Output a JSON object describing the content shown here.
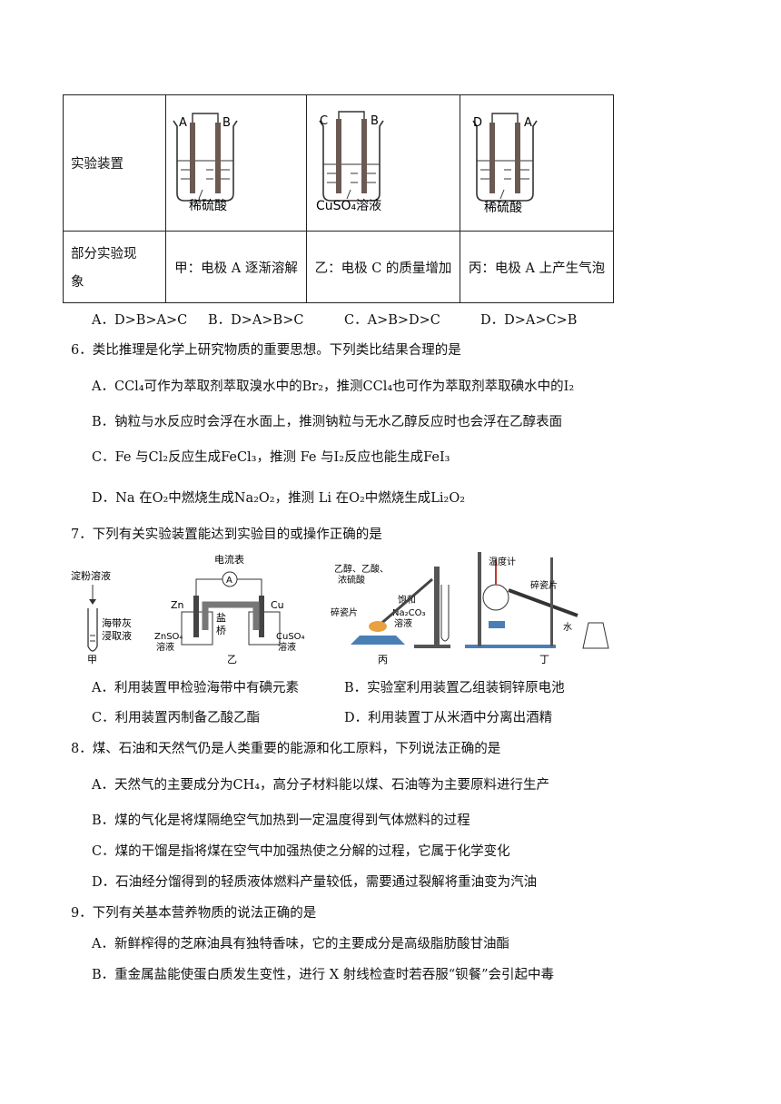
{
  "table": {
    "row1_label": "实验装置",
    "row2_label_line1": "部分实验现",
    "row2_label_line2": "象",
    "apparatus": [
      {
        "left_electrode": "A",
        "right_electrode": "B",
        "solution": "稀硫酸"
      },
      {
        "left_electrode": "C",
        "right_electrode": "B",
        "solution": "CuSO₄溶液"
      },
      {
        "left_electrode": "D",
        "right_electrode": "A",
        "solution": "稀硫酸"
      }
    ],
    "observations": [
      "甲：电极 A 逐渐溶解",
      "乙：电极 C 的质量增加",
      "丙：电极 A 上产生气泡"
    ]
  },
  "q5_options": [
    "A．D>B>A>C",
    "B．D>A>B>C",
    "C．A>B>D>C",
    "D．D>A>C>B"
  ],
  "q6": {
    "stem": "6．类比推理是化学上研究物质的重要思想。下列类比结果合理的是",
    "options": [
      "A．CCl₄可作为萃取剂萃取溴水中的Br₂，推测CCl₄也可作为萃取剂萃取碘水中的I₂",
      "B．钠粒与水反应时会浮在水面上，推测钠粒与无水乙醇反应时也会浮在乙醇表面",
      "C．Fe 与Cl₂反应生成FeCl₃，推测 Fe 与I₂反应也能生成FeI₃",
      "D．Na 在O₂中燃烧生成Na₂O₂，推测 Li 在O₂中燃烧生成Li₂O₂"
    ]
  },
  "q7": {
    "stem": "7．下列有关实验装置能达到实验目的或操作正确的是",
    "figures": {
      "jia": {
        "label_top": "淀粉溶液",
        "label_side_1": "海带灰",
        "label_side_2": "浸取液",
        "caption": "甲"
      },
      "yi": {
        "ammeter": "电流表",
        "ammeter_symbol": "A",
        "left_metal": "Zn",
        "right_metal": "Cu",
        "bridge_1": "盐",
        "bridge_2": "桥",
        "left_sol_1": "ZnSO₄",
        "left_sol_2": "溶液",
        "right_sol_1": "CuSO₄",
        "right_sol_2": "溶液",
        "caption": "乙"
      },
      "bing": {
        "label_1": "乙醇、乙酸、",
        "label_2": "浓硫酸",
        "label_3": "饱和",
        "label_4": "Na₂CO₃",
        "label_5": "溶液",
        "label_6": "碎瓷片",
        "caption": "丙"
      },
      "ding": {
        "label_1": "温度计",
        "label_2": "碎瓷片",
        "label_3": "水",
        "caption": "丁"
      }
    },
    "options": [
      "A．利用装置甲检验海带中有碘元素",
      "B．实验室利用装置乙组装铜锌原电池",
      "C．利用装置丙制备乙酸乙酯",
      "D．利用装置丁从米酒中分离出酒精"
    ]
  },
  "q8": {
    "stem": "8．煤、石油和天然气仍是人类重要的能源和化工原料，下列说法正确的是",
    "options": [
      "A．天然气的主要成分为CH₄，高分子材料能以煤、石油等为主要原料进行生产",
      "B．煤的气化是将煤隔绝空气加热到一定温度得到气体燃料的过程",
      "C．煤的干馏是指将煤在空气中加强热使之分解的过程，它属于化学变化",
      "D．石油经分馏得到的轻质液体燃料产量较低，需要通过裂解将重油变为汽油"
    ]
  },
  "q9": {
    "stem": "9．下列有关基本营养物质的说法正确的是",
    "options": [
      "A．新鲜榨得的芝麻油具有独特香味，它的主要成分是高级脂肪酸甘油酯",
      "B．重金属盐能使蛋白质发生变性，进行 X 射线检查时若吞服“钡餐”会引起中毒"
    ]
  }
}
